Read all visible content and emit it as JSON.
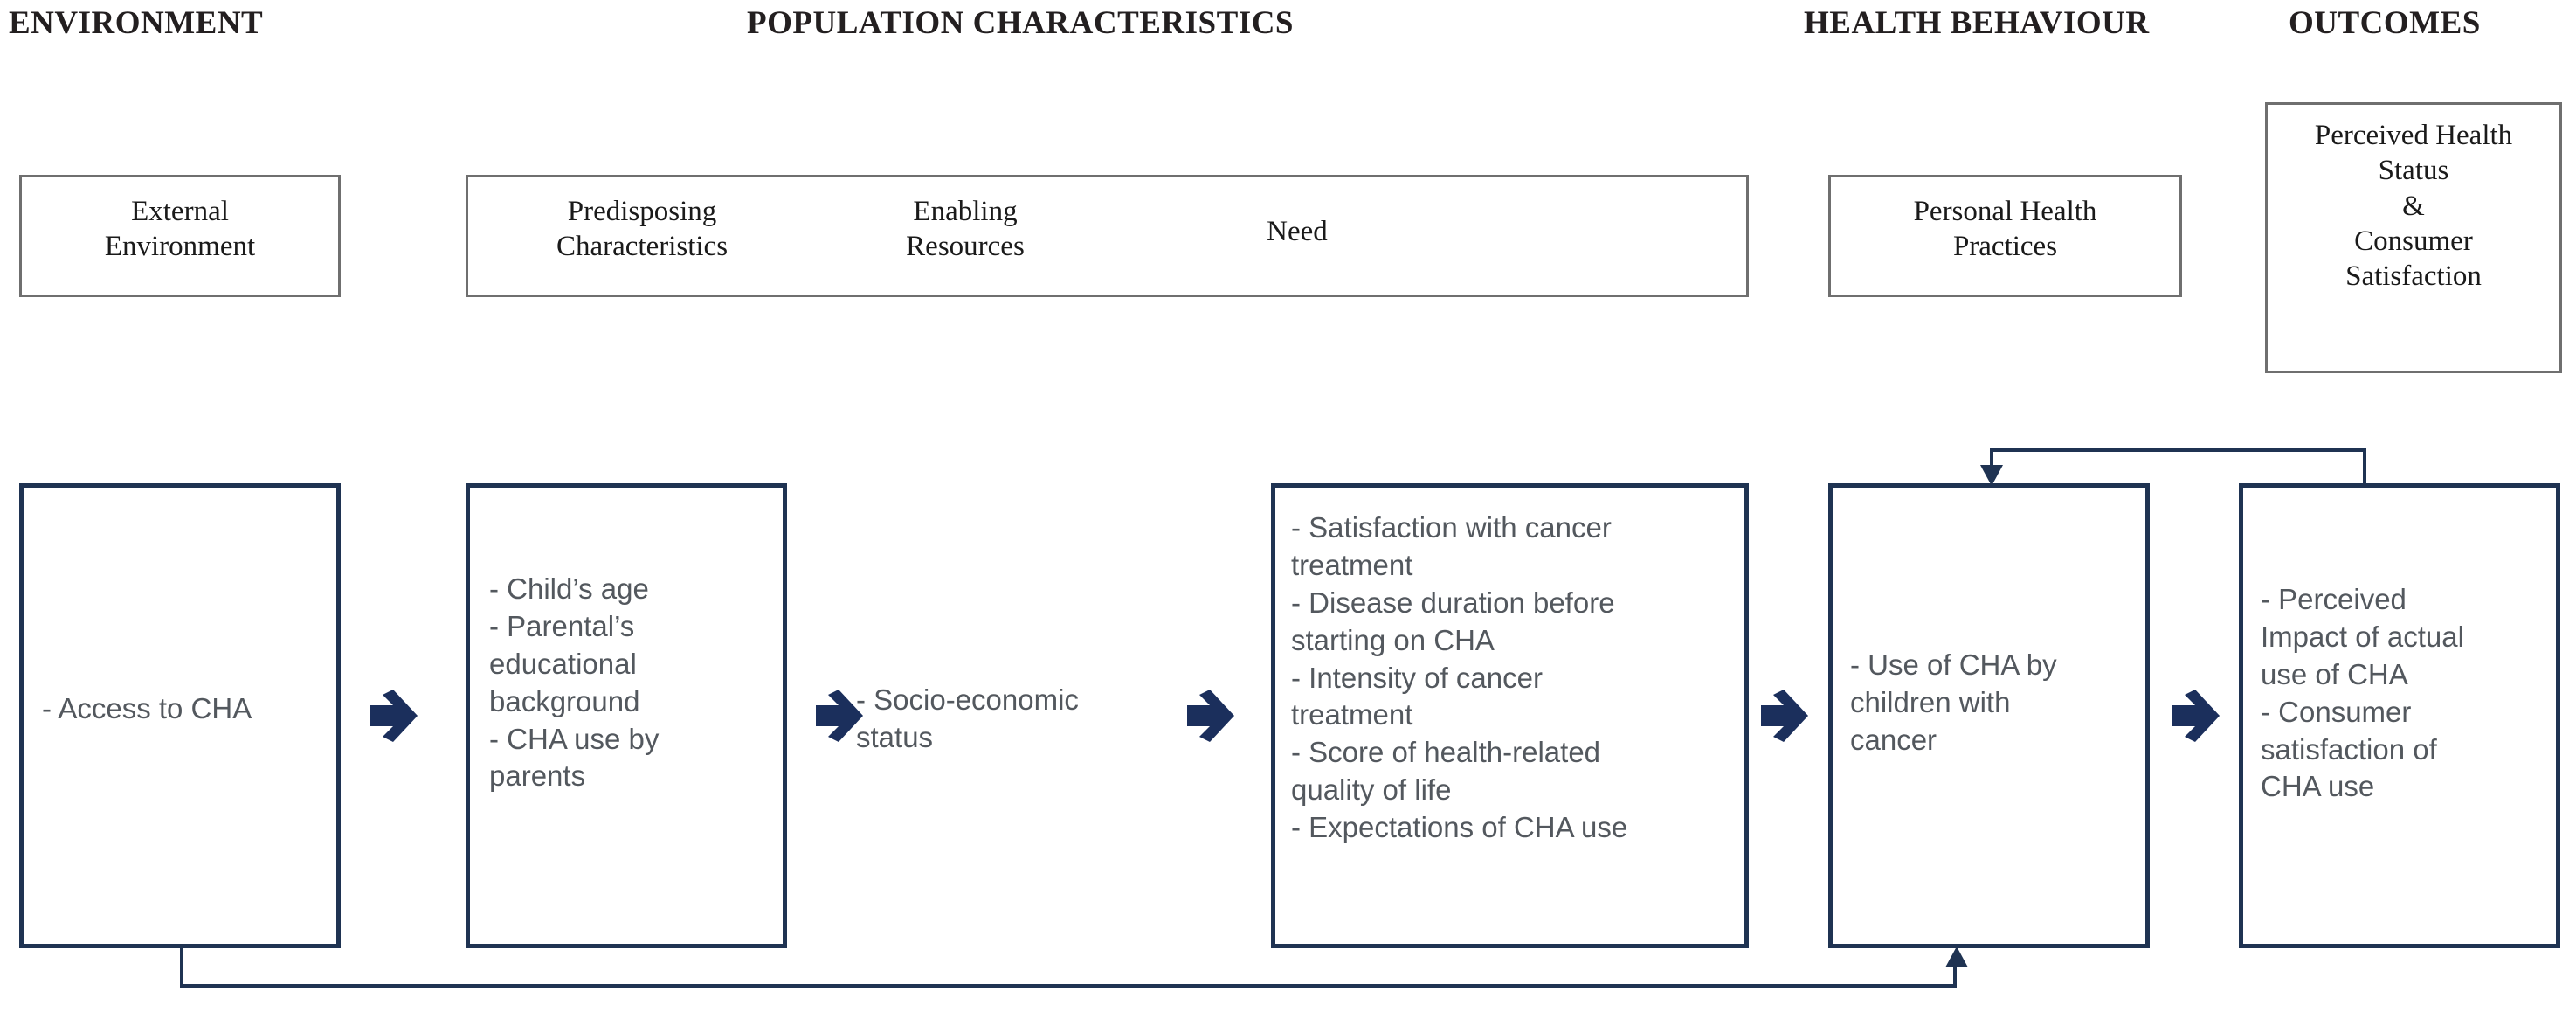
{
  "diagram": {
    "title": "Conceptual framework of CHA use by children with cancer",
    "colors": {
      "navy": "#1f3352",
      "grey_border": "#6f6f6f",
      "body_text": "#53585e",
      "header_text": "#231f20"
    },
    "headers": [
      {
        "id": "environment",
        "label": "ENVIRONMENT"
      },
      {
        "id": "population-characteristics",
        "label": "POPULATION CHARACTERISTICS"
      },
      {
        "id": "health-behaviour",
        "label": "HEALTH BEHAVIOUR"
      },
      {
        "id": "outcomes",
        "label": "OUTCOMES"
      }
    ],
    "top_boxes": [
      {
        "id": "external-environment",
        "label": "External\nEnvironment"
      },
      {
        "id": "personal-health-practices",
        "label": "Personal Health\nPractices"
      },
      {
        "id": "perceived-health-status",
        "label": "Perceived Health\nStatus\n&\nConsumer\nSatisfaction"
      }
    ],
    "population_subheadings": [
      {
        "id": "predisposing-characteristics",
        "label": "Predisposing\nCharacteristics"
      },
      {
        "id": "enabling-resources",
        "label": "Enabling\nResources"
      },
      {
        "id": "need",
        "label": "Need"
      }
    ],
    "bottom_boxes": [
      {
        "id": "access-box",
        "items": [
          "- Access to CHA"
        ]
      },
      {
        "id": "predisposing-box",
        "items": [
          "- Child’s age",
          "- Parental’s educational background",
          "- CHA use by parents"
        ]
      },
      {
        "id": "enabling-box",
        "items": [
          "- Socio-economic status"
        ]
      },
      {
        "id": "need-box",
        "items": [
          "- Satisfaction with cancer treatment",
          "- Disease duration before starting on CHA",
          "- Intensity of cancer treatment",
          "- Score of health-related quality of life",
          "- Expectations of CHA use"
        ]
      },
      {
        "id": "use-box",
        "items": [
          "- Use of  CHA by children with cancer"
        ]
      },
      {
        "id": "outcome-box",
        "items": [
          "- Perceived Impact of actual use of CHA",
          "- Consumer satisfaction of CHA use"
        ]
      }
    ],
    "box_text": {
      "access": "- Access to CHA",
      "predisposing": "- Child’s age\n- Parental’s\n   educational\n   background\n- CHA use by\n   parents",
      "enabling": "- Socio-economic\n   status",
      "need": "- Satisfaction with cancer\n   treatment\n- Disease duration before\n   starting on CHA\n- Intensity of cancer\n   treatment\n- Score of health-related\n   quality of life\n- Expectations of CHA use",
      "use": "- Use of  CHA by\n   children with\n   cancer",
      "outcome": "- Perceived\n   Impact of actual\n   use of CHA\n- Consumer\n   satisfaction of\n   CHA use"
    },
    "arrows": [
      {
        "id": "arrow-access-to-predisposing"
      },
      {
        "id": "arrow-predisposing-to-enabling"
      },
      {
        "id": "arrow-enabling-to-need"
      },
      {
        "id": "arrow-need-to-use"
      },
      {
        "id": "arrow-use-to-outcome"
      }
    ],
    "feedback_loops": [
      {
        "id": "feedback-outcome-to-use-top",
        "direction": "down"
      },
      {
        "id": "feedback-access-to-use-bottom",
        "direction": "up"
      }
    ]
  }
}
